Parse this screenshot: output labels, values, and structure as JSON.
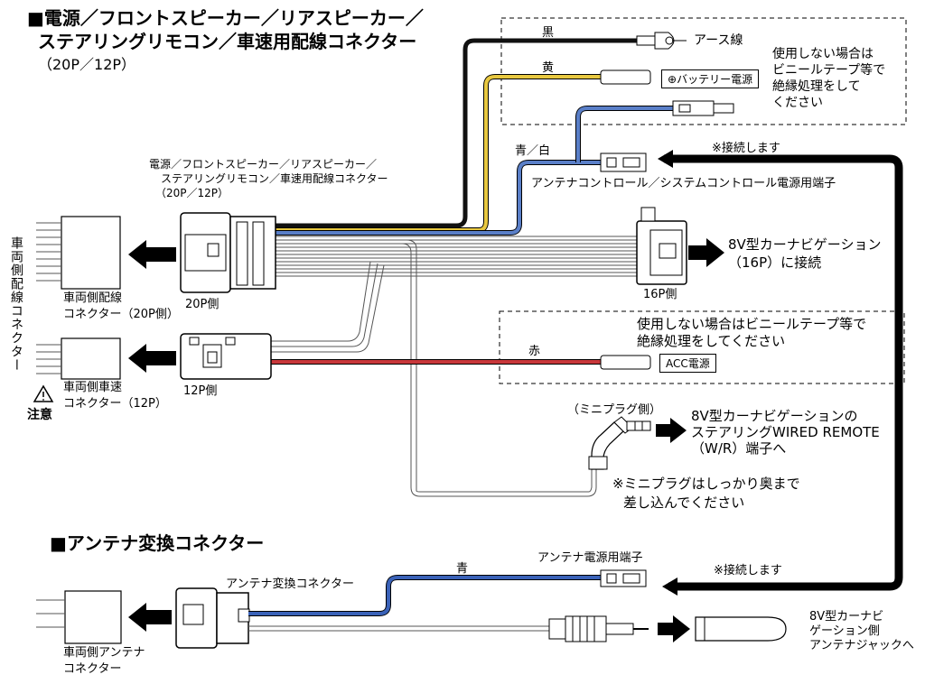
{
  "title_main": {
    "line1": "■電源／フロントスピーカー／リアスピーカー／",
    "line2": "ステアリングリモコン／車速用配線コネクター",
    "line3": "（20P／12P）"
  },
  "title_antenna": "■アンテナ変換コネクター",
  "center_label": {
    "line1": "電源／フロントスピーカー／リアスピーカー／",
    "line2": "ステアリングリモコン／車速用配線コネクター",
    "line3": "（20P／12P）"
  },
  "vehicle_side_vertical": "車両側配線コネクター",
  "vehicle_20p_label": {
    "line1": "車両側配線",
    "line2": "コネクター（20P側）"
  },
  "vehicle_12p_label": {
    "line1": "車両側車速",
    "line2": "コネクター（12P）"
  },
  "caution_label": "注意",
  "label_20p_side": "20P側",
  "label_12p_side": "12P側",
  "label_16p_side": "16P側",
  "wire_black": "黒",
  "wire_yellow": "黄",
  "wire_blue_white": "青／白",
  "wire_red": "赤",
  "wire_blue": "青",
  "earth_wire": "アース線",
  "battery_power": "バッテリー電源",
  "plus_symbol": "⊕",
  "unused_note_top": {
    "line1": "使用しない場合は",
    "line2": "ビニールテープ等で",
    "line3": "絶縁処理をして",
    "line4": "ください"
  },
  "unused_note_mid": {
    "line1": "使用しない場合はビニールテープ等で",
    "line2": "絶縁処理をしてください"
  },
  "acc_power": "ACC電源",
  "connect_note_top": "※接続します",
  "connect_note_bottom": "※接続します",
  "antenna_control_terminal": "アンテナコントロール／システムコントロール電源用端子",
  "nav_connect": {
    "line1": "8V型カーナビゲーション",
    "line2": "（16P）に接続"
  },
  "mini_plug_side": "（ミニプラグ側）",
  "steering_connect": {
    "line1": "8V型カーナビゲーションの",
    "line2": "ステアリングWIRED REMOTE",
    "line3": "（W/R）端子へ"
  },
  "mini_plug_note": {
    "line1": "※ミニプラグはしっかり奥まで",
    "line2": "差し込んでください"
  },
  "antenna_power_terminal": "アンテナ電源用端子",
  "antenna_converter_label": "アンテナ変換コネクター",
  "vehicle_antenna_label": {
    "line1": "車両側アンテナ",
    "line2": "コネクター"
  },
  "antenna_jack_label": {
    "line1": "8V型カーナビ",
    "line2": "ゲーション側",
    "line3": "アンテナジャックへ"
  },
  "colors": {
    "black_wire": "#111111",
    "yellow_wire": "#e8c840",
    "blue_white_wire": "#5a7fc8",
    "red_wire": "#c8373a",
    "blue_wire": "#3a62b8",
    "white_wire_outline": "#555555"
  }
}
